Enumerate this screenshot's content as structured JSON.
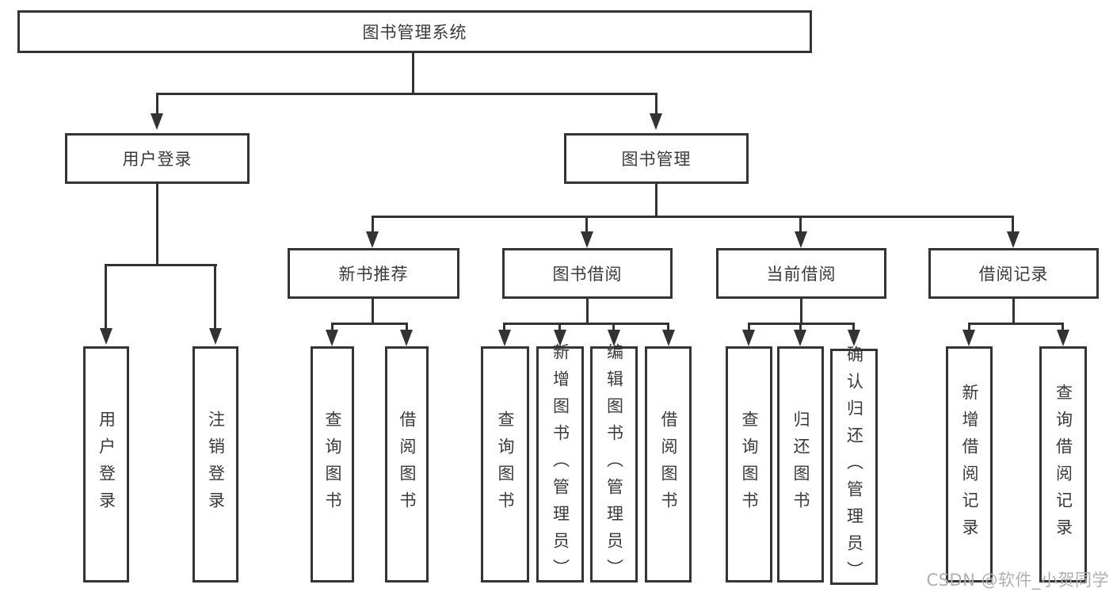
{
  "tree": {
    "root": {
      "label": "图书管理系统"
    },
    "branches": [
      {
        "label": "用户登录",
        "children": [
          {
            "label": "用户登录"
          },
          {
            "label": "注销登录"
          }
        ]
      },
      {
        "label": "图书管理",
        "children": [
          {
            "label": "新书推荐",
            "children": [
              {
                "label": "查询图书"
              },
              {
                "label": "借阅图书"
              }
            ]
          },
          {
            "label": "图书借阅",
            "children": [
              {
                "label": "查询图书"
              },
              {
                "label": "新增图书（管理员）"
              },
              {
                "label": "编辑图书（管理员）"
              },
              {
                "label": "借阅图书"
              }
            ]
          },
          {
            "label": "当前借阅",
            "children": [
              {
                "label": "查询图书"
              },
              {
                "label": "归还图书"
              },
              {
                "label": "确认归还（管理员）"
              }
            ]
          },
          {
            "label": "借阅记录",
            "children": [
              {
                "label": "新增借阅记录"
              },
              {
                "label": "查询借阅记录"
              }
            ]
          }
        ]
      }
    ]
  },
  "watermark": {
    "text": "CSDN @软件_小贺同学"
  },
  "colors": {
    "line": "#333333",
    "border": "#343434",
    "text": "#3a3a3a",
    "watermark": "#b3aeae",
    "background": "#ffffff"
  }
}
